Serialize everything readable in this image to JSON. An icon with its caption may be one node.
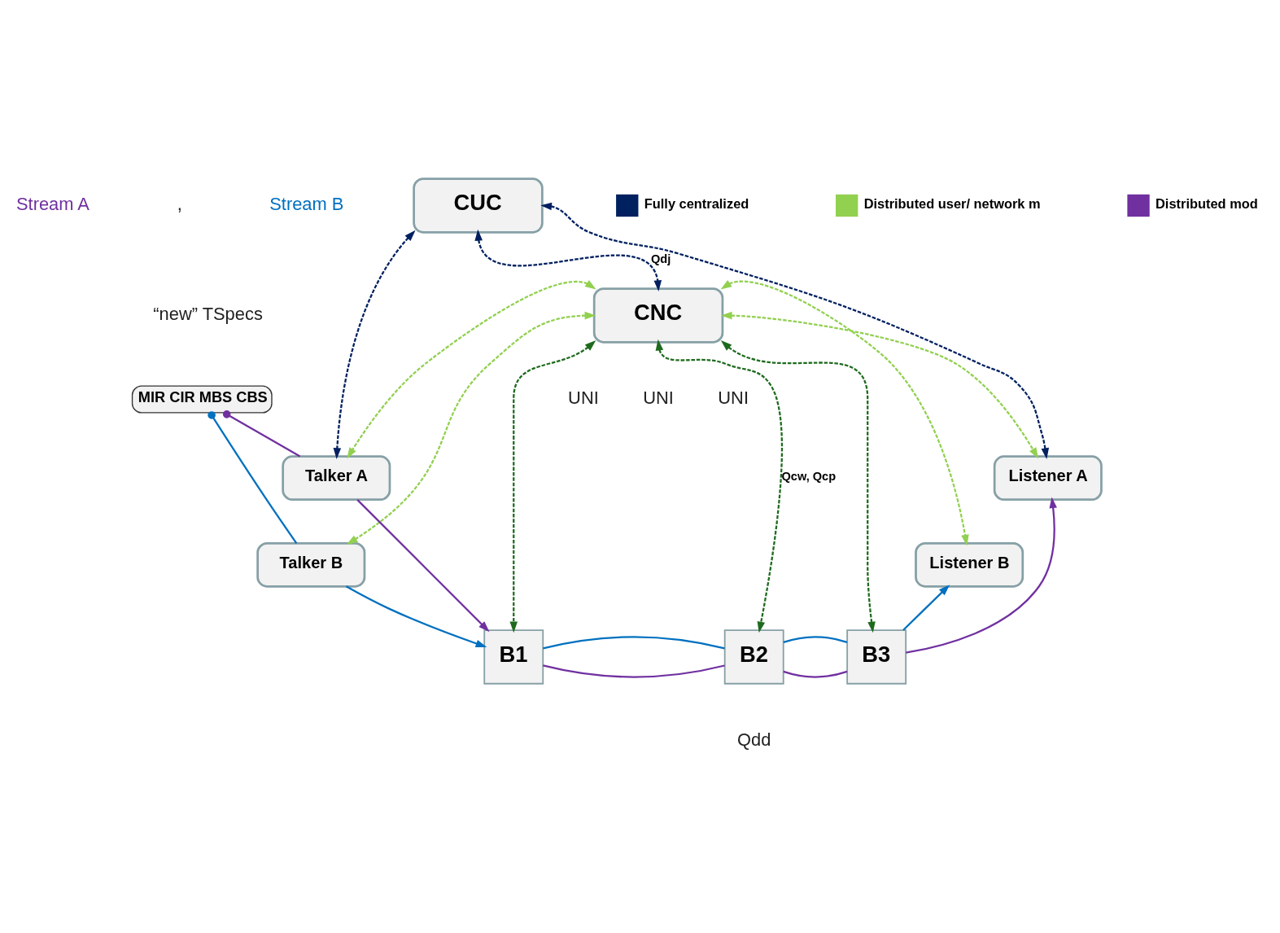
{
  "diagram": {
    "nodes": [
      {
        "text": [
          "CUC"
        ]
      },
      {
        "text": [
          "CNC"
        ]
      },
      {
        "text": [
          "MIR CIR MBS CBS"
        ]
      },
      {
        "text": [
          "Talker A"
        ]
      },
      {
        "text": [
          "Talker B"
        ]
      },
      {
        "text": [
          "B1"
        ]
      },
      {
        "text": [
          "B2"
        ]
      },
      {
        "text": [
          "B3"
        ]
      },
      {
        "text": [
          "Listener A"
        ]
      },
      {
        "text": [
          "Listener B"
        ]
      }
    ],
    "edges": [
      {
        "from": 0,
        "to": 3,
        "arrow": "both",
        "style": "dashed",
        "color": "#002060"
      },
      {
        "from": 0,
        "to": 1,
        "arrow": "both",
        "style": "dashed",
        "color": "#002060",
        "label": "Qdj"
      },
      {
        "from": 0,
        "to": 8,
        "arrow": "both",
        "style": "dashed",
        "color": "#002060"
      },
      {
        "from": 1,
        "to": 3,
        "arrow": "both",
        "style": "dashed",
        "color": "#92d050"
      },
      {
        "from": 1,
        "to": 4,
        "arrow": "both",
        "style": "dashed",
        "color": "#92d050"
      },
      {
        "from": 1,
        "to": 5,
        "arrow": "both",
        "style": "dashed",
        "color": "#1e6b1e"
      },
      {
        "from": 1,
        "to": 6,
        "arrow": "both",
        "style": "dashed",
        "color": "#1e6b1e",
        "label": "Qcw, Qcp"
      },
      {
        "from": 1,
        "to": 7,
        "arrow": "both",
        "style": "dashed",
        "color": "#1e6b1e"
      },
      {
        "from": 1,
        "to": 8,
        "arrow": "both",
        "style": "dashed",
        "color": "#92d050"
      },
      {
        "from": 1,
        "to": 9,
        "arrow": "both",
        "style": "dashed",
        "color": "#92d050"
      },
      {
        "from": 2,
        "to": 4,
        "arrow": "other",
        "color": "#0070c0"
      },
      {
        "from": 2,
        "to": 3,
        "arrow": "other",
        "color": "#7030a0"
      },
      {
        "from": 3,
        "to": 5,
        "arrow": "to",
        "color": "#7030a0"
      },
      {
        "from": 4,
        "to": 5,
        "arrow": "to",
        "color": "#0070c0"
      },
      {
        "from": 5,
        "to": 6,
        "arrow": "none",
        "color": "#7030a0"
      },
      {
        "from": 5,
        "to": 6,
        "arrow": "none",
        "color": "#0070c0"
      },
      {
        "from": 6,
        "to": 7,
        "arrow": "none",
        "color": "#7030a0"
      },
      {
        "from": 6,
        "to": 7,
        "arrow": "none",
        "color": "#0070c0"
      },
      {
        "from": 7,
        "to": 8,
        "arrow": "to",
        "color": "#7030a0"
      },
      {
        "from": 7,
        "to": 9,
        "arrow": "to",
        "color": "#0070c0"
      }
    ],
    "labels": [
      "Stream A",
      ",",
      "Stream B",
      "“new” TSpecs",
      "UNI",
      "UNI",
      "UNI",
      "Qdd"
    ],
    "legend": [
      {
        "text": "Fully centralized",
        "color": "#002060"
      },
      {
        "text": "Distributed user/ network m",
        "color": "#92d050"
      },
      {
        "text": "Distributed mod",
        "color": "#7030a0"
      }
    ]
  }
}
